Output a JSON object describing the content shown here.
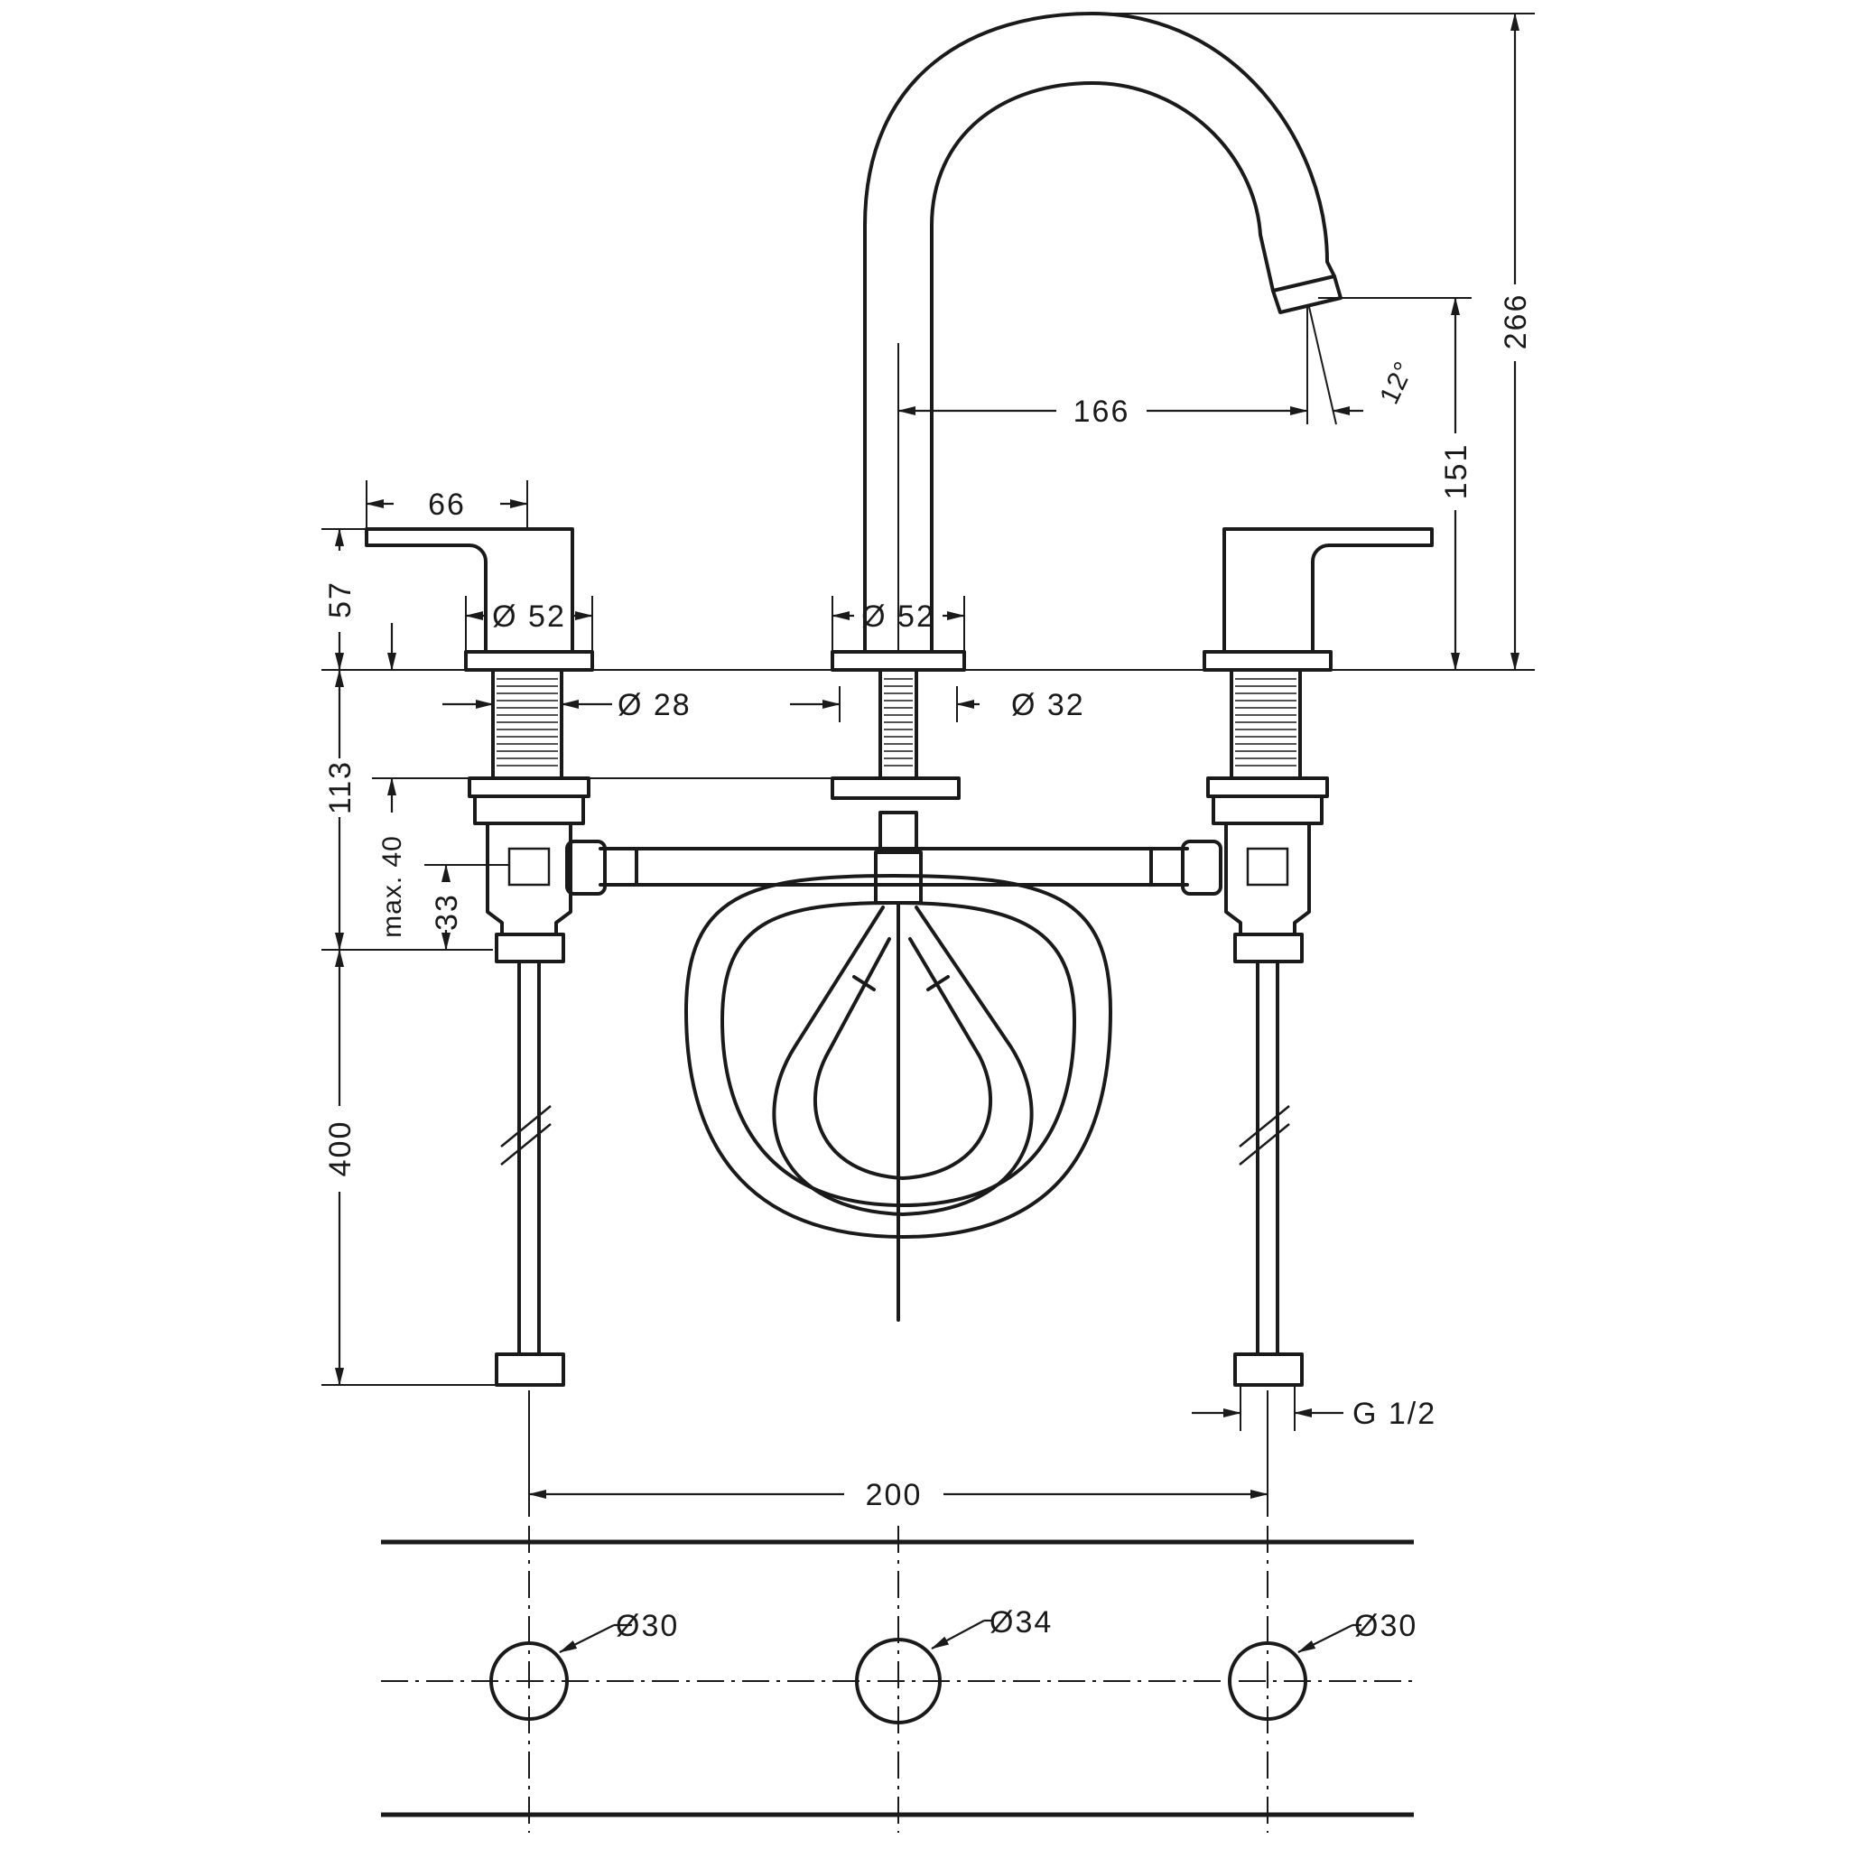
{
  "drawing": {
    "dimensions": {
      "handle_length": "66",
      "handle_height": "57",
      "handle_rosette_dia": "Ø 52",
      "spout_rosette_dia": "Ø 52",
      "handle_shank_dia": "Ø 28",
      "spout_shank_dia": "Ø 32",
      "spout_reach": "166",
      "spout_angle": "12°",
      "spout_outlet_height": "151",
      "total_height": "266",
      "shank_length": "113",
      "max_deck_thickness": "max. 40",
      "valve_body": "33",
      "hose_length": "400",
      "thread": "G 1/2",
      "center_distance": "200",
      "hole_left": "Ø30",
      "hole_center": "Ø34",
      "hole_right": "Ø30"
    }
  }
}
